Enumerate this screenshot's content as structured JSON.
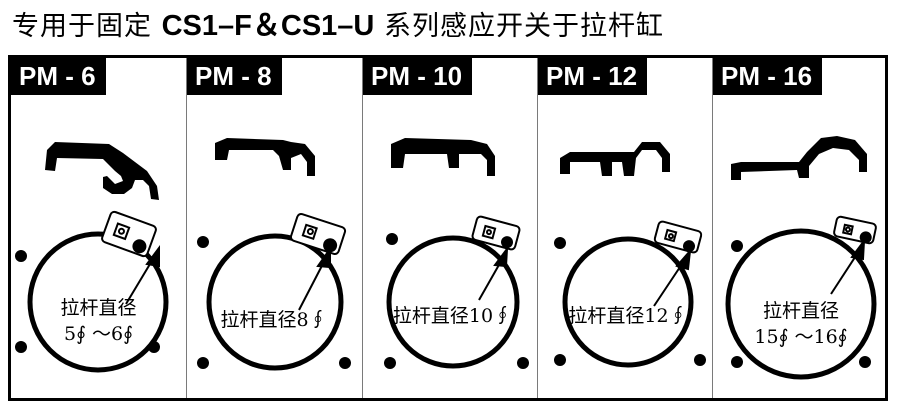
{
  "title": {
    "prefix": "专用于固定 ",
    "cs1f": "CS1–F",
    "amp": "＆",
    "cs1u": "CS1–U",
    "suffix": " 系列感应开关于拉杆缸"
  },
  "panels": [
    {
      "model": "PM - 6",
      "label": [
        "拉杆直径",
        "5∮ ～6∮"
      ]
    },
    {
      "model": "PM - 8",
      "label": [
        "拉杆直径8∮"
      ]
    },
    {
      "model": "PM - 10",
      "label": [
        "拉杆直径10∮"
      ]
    },
    {
      "model": "PM - 12",
      "label": [
        "拉杆直径12∮"
      ]
    },
    {
      "model": "PM - 16",
      "label": [
        "拉杆直径",
        "15∮ ～16∮"
      ]
    }
  ]
}
